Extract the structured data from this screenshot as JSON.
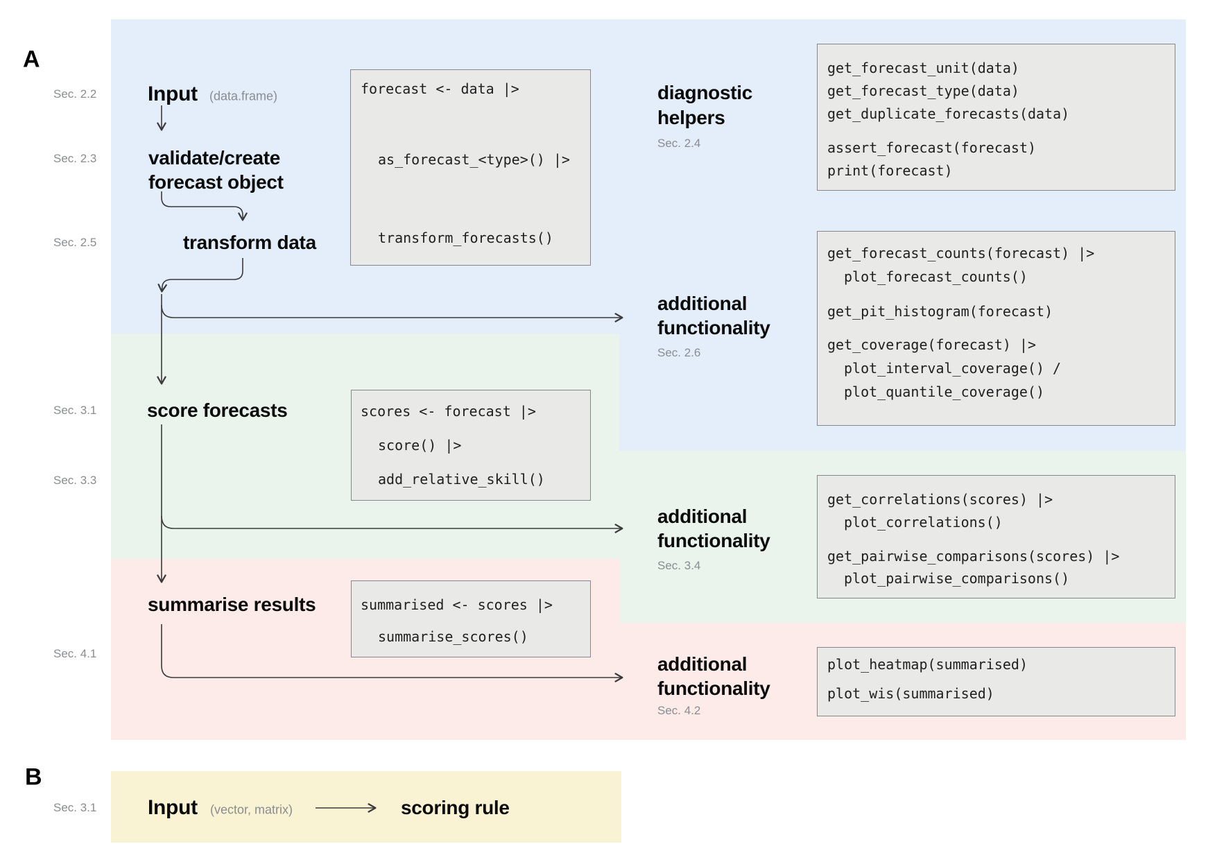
{
  "colors": {
    "band_blue": "#e4eefb",
    "band_green": "#eaf4ed",
    "band_pink": "#fcebe9",
    "band_yellow": "#f9f2d3",
    "code_box_bg": "#e9e9e7",
    "code_box_border": "#85878a",
    "arrow": "#3a3a3a",
    "muted_text": "#8a8d90"
  },
  "panel_a": {
    "label": "A"
  },
  "sections": {
    "s22": "Sec. 2.2",
    "s23": "Sec. 2.3",
    "s25": "Sec. 2.5",
    "s31": "Sec. 3.1",
    "s33": "Sec. 3.3",
    "s41": "Sec. 4.1"
  },
  "flow": {
    "input": "Input",
    "input_annotation": "(data.frame)",
    "validate_line1": "validate/create",
    "validate_line2": "forecast object",
    "transform": "transform data",
    "score": "score forecasts",
    "summarise": "summarise results"
  },
  "right_blocks": {
    "diagnostic": {
      "line1": "diagnostic",
      "line2": "helpers",
      "sec": "Sec. 2.4"
    },
    "af1": {
      "line1": "additional",
      "line2": "functionality",
      "sec": "Sec. 2.6"
    },
    "af2": {
      "line1": "additional",
      "line2": "functionality",
      "sec": "Sec. 3.4"
    },
    "af3": {
      "line1": "additional",
      "line2": "functionality",
      "sec": "Sec. 4.2"
    }
  },
  "code": {
    "pipeline1": {
      "l1": "forecast <- data |>",
      "l2": "as_forecast_<type>() |>",
      "l3": "transform_forecasts()"
    },
    "pipeline2": {
      "l1": "scores <- forecast |>",
      "l2": "score() |>",
      "l3": "add_relative_skill()"
    },
    "pipeline3": {
      "l1": "summarised <- scores |>",
      "l2": "summarise_scores()"
    },
    "diagnostic": {
      "l1": "get_forecast_unit(data)",
      "l2": "get_forecast_type(data)",
      "l3": "get_duplicate_forecasts(data)",
      "l4": "assert_forecast(forecast)",
      "l5": "print(forecast)"
    },
    "af1": {
      "l1": "get_forecast_counts(forecast) |>",
      "l2": "plot_forecast_counts()",
      "l3": "get_pit_histogram(forecast)",
      "l4": "get_coverage(forecast) |>",
      "l5": "plot_interval_coverage() /",
      "l6": "plot_quantile_coverage()"
    },
    "af2": {
      "l1": "get_correlations(scores) |>",
      "l2": "plot_correlations()",
      "l3": "get_pairwise_comparisons(scores) |>",
      "l4": "plot_pairwise_comparisons()"
    },
    "af3": {
      "l1": "plot_heatmap(summarised)",
      "l2": "plot_wis(summarised)"
    }
  },
  "panel_b": {
    "label": "B",
    "sec": "Sec. 3.1",
    "input": "Input",
    "input_annotation": "(vector, matrix)",
    "scoring_rule": "scoring rule"
  }
}
